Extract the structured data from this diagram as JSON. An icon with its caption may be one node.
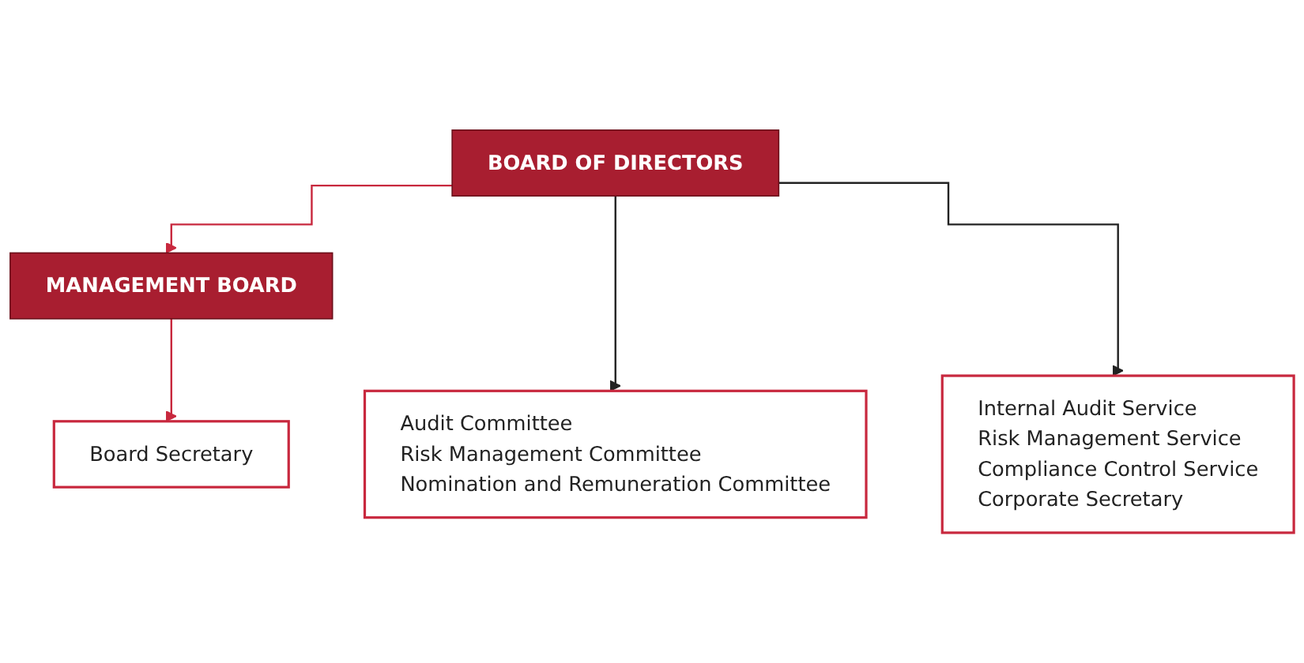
{
  "diagram": {
    "nodes": [
      {
        "text": [
          "BOARD OF DIRECTORS"
        ]
      },
      {
        "text": [
          "MANAGEMENT BOARD"
        ]
      },
      {
        "text": [
          "Audit Committee",
          "Risk Management Committee",
          "Nomination and Remuneration Committee"
        ]
      },
      {
        "text": [
          "Board Secretary"
        ]
      },
      {
        "text": [
          "Internal Audit Service",
          "Risk Management Service",
          "Compliance Control Service",
          "Corporate Secretary"
        ]
      }
    ],
    "edges": [
      {
        "from": 0,
        "to": 1,
        "arrow": "to",
        "color": "#c8283e"
      },
      {
        "from": 0,
        "to": 2,
        "arrow": "to",
        "color": "#222222"
      },
      {
        "from": 0,
        "to": 4,
        "arrow": "to",
        "color": "#222222"
      },
      {
        "from": 1,
        "to": 3,
        "arrow": "to",
        "color": "#c8283e"
      }
    ]
  }
}
